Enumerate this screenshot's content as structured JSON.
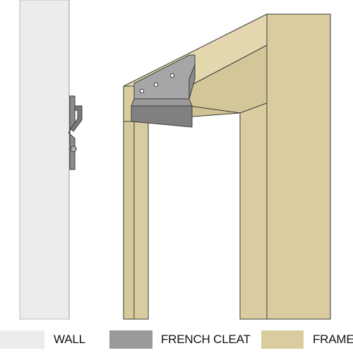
{
  "legend": {
    "wall": {
      "label": "WALL",
      "color": "#ececec"
    },
    "french_cleat": {
      "label": "FRENCH CLEAT",
      "color": "#9a9a9a"
    },
    "frame": {
      "label": "FRAME",
      "color": "#d9cda0"
    }
  },
  "colors": {
    "wall_edge": "#bdbdbd",
    "frame_side": "#d3c698",
    "frame_top": "#ddd2a7",
    "cleat_dark": "#808080",
    "cleat_light": "#a6a6a6",
    "outline": "#3a3a3a"
  }
}
